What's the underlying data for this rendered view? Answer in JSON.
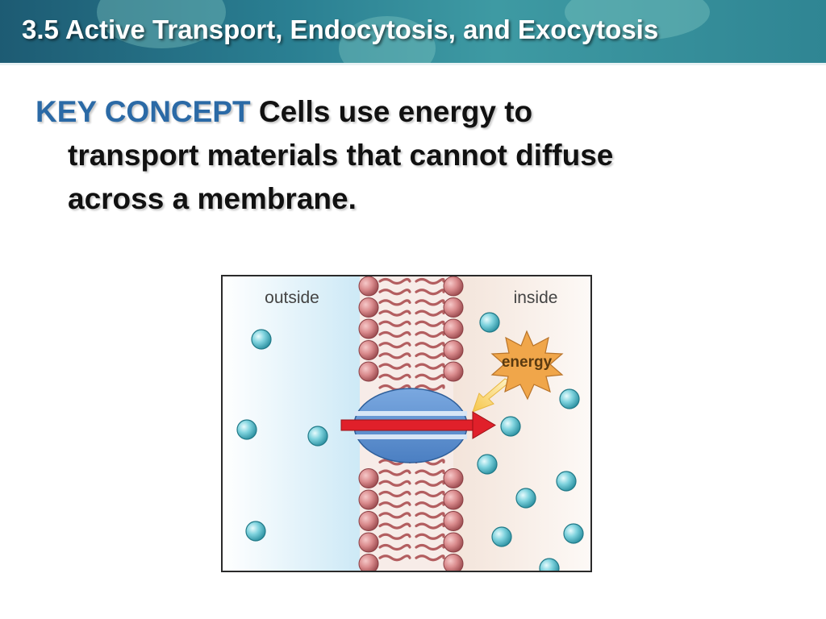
{
  "slide": {
    "title": "3.5  Active Transport, Endocytosis, and Exocytosis",
    "key_concept_label": "KEY CONCEPT",
    "key_concept_line1": "Cells use energy to",
    "key_concept_line2": "transport materials that cannot diffuse",
    "key_concept_line3": "across a membrane."
  },
  "figure": {
    "outside_label": "outside",
    "inside_label": "inside",
    "energy_label": "energy"
  },
  "colors": {
    "title_bar": "#2a7f92",
    "key_concept": "#2b6aa6",
    "arrow": "#e0202a",
    "protein": "#5b8fd0",
    "molecule": "#5fc3d0",
    "energy_star": "#f0a64a"
  }
}
